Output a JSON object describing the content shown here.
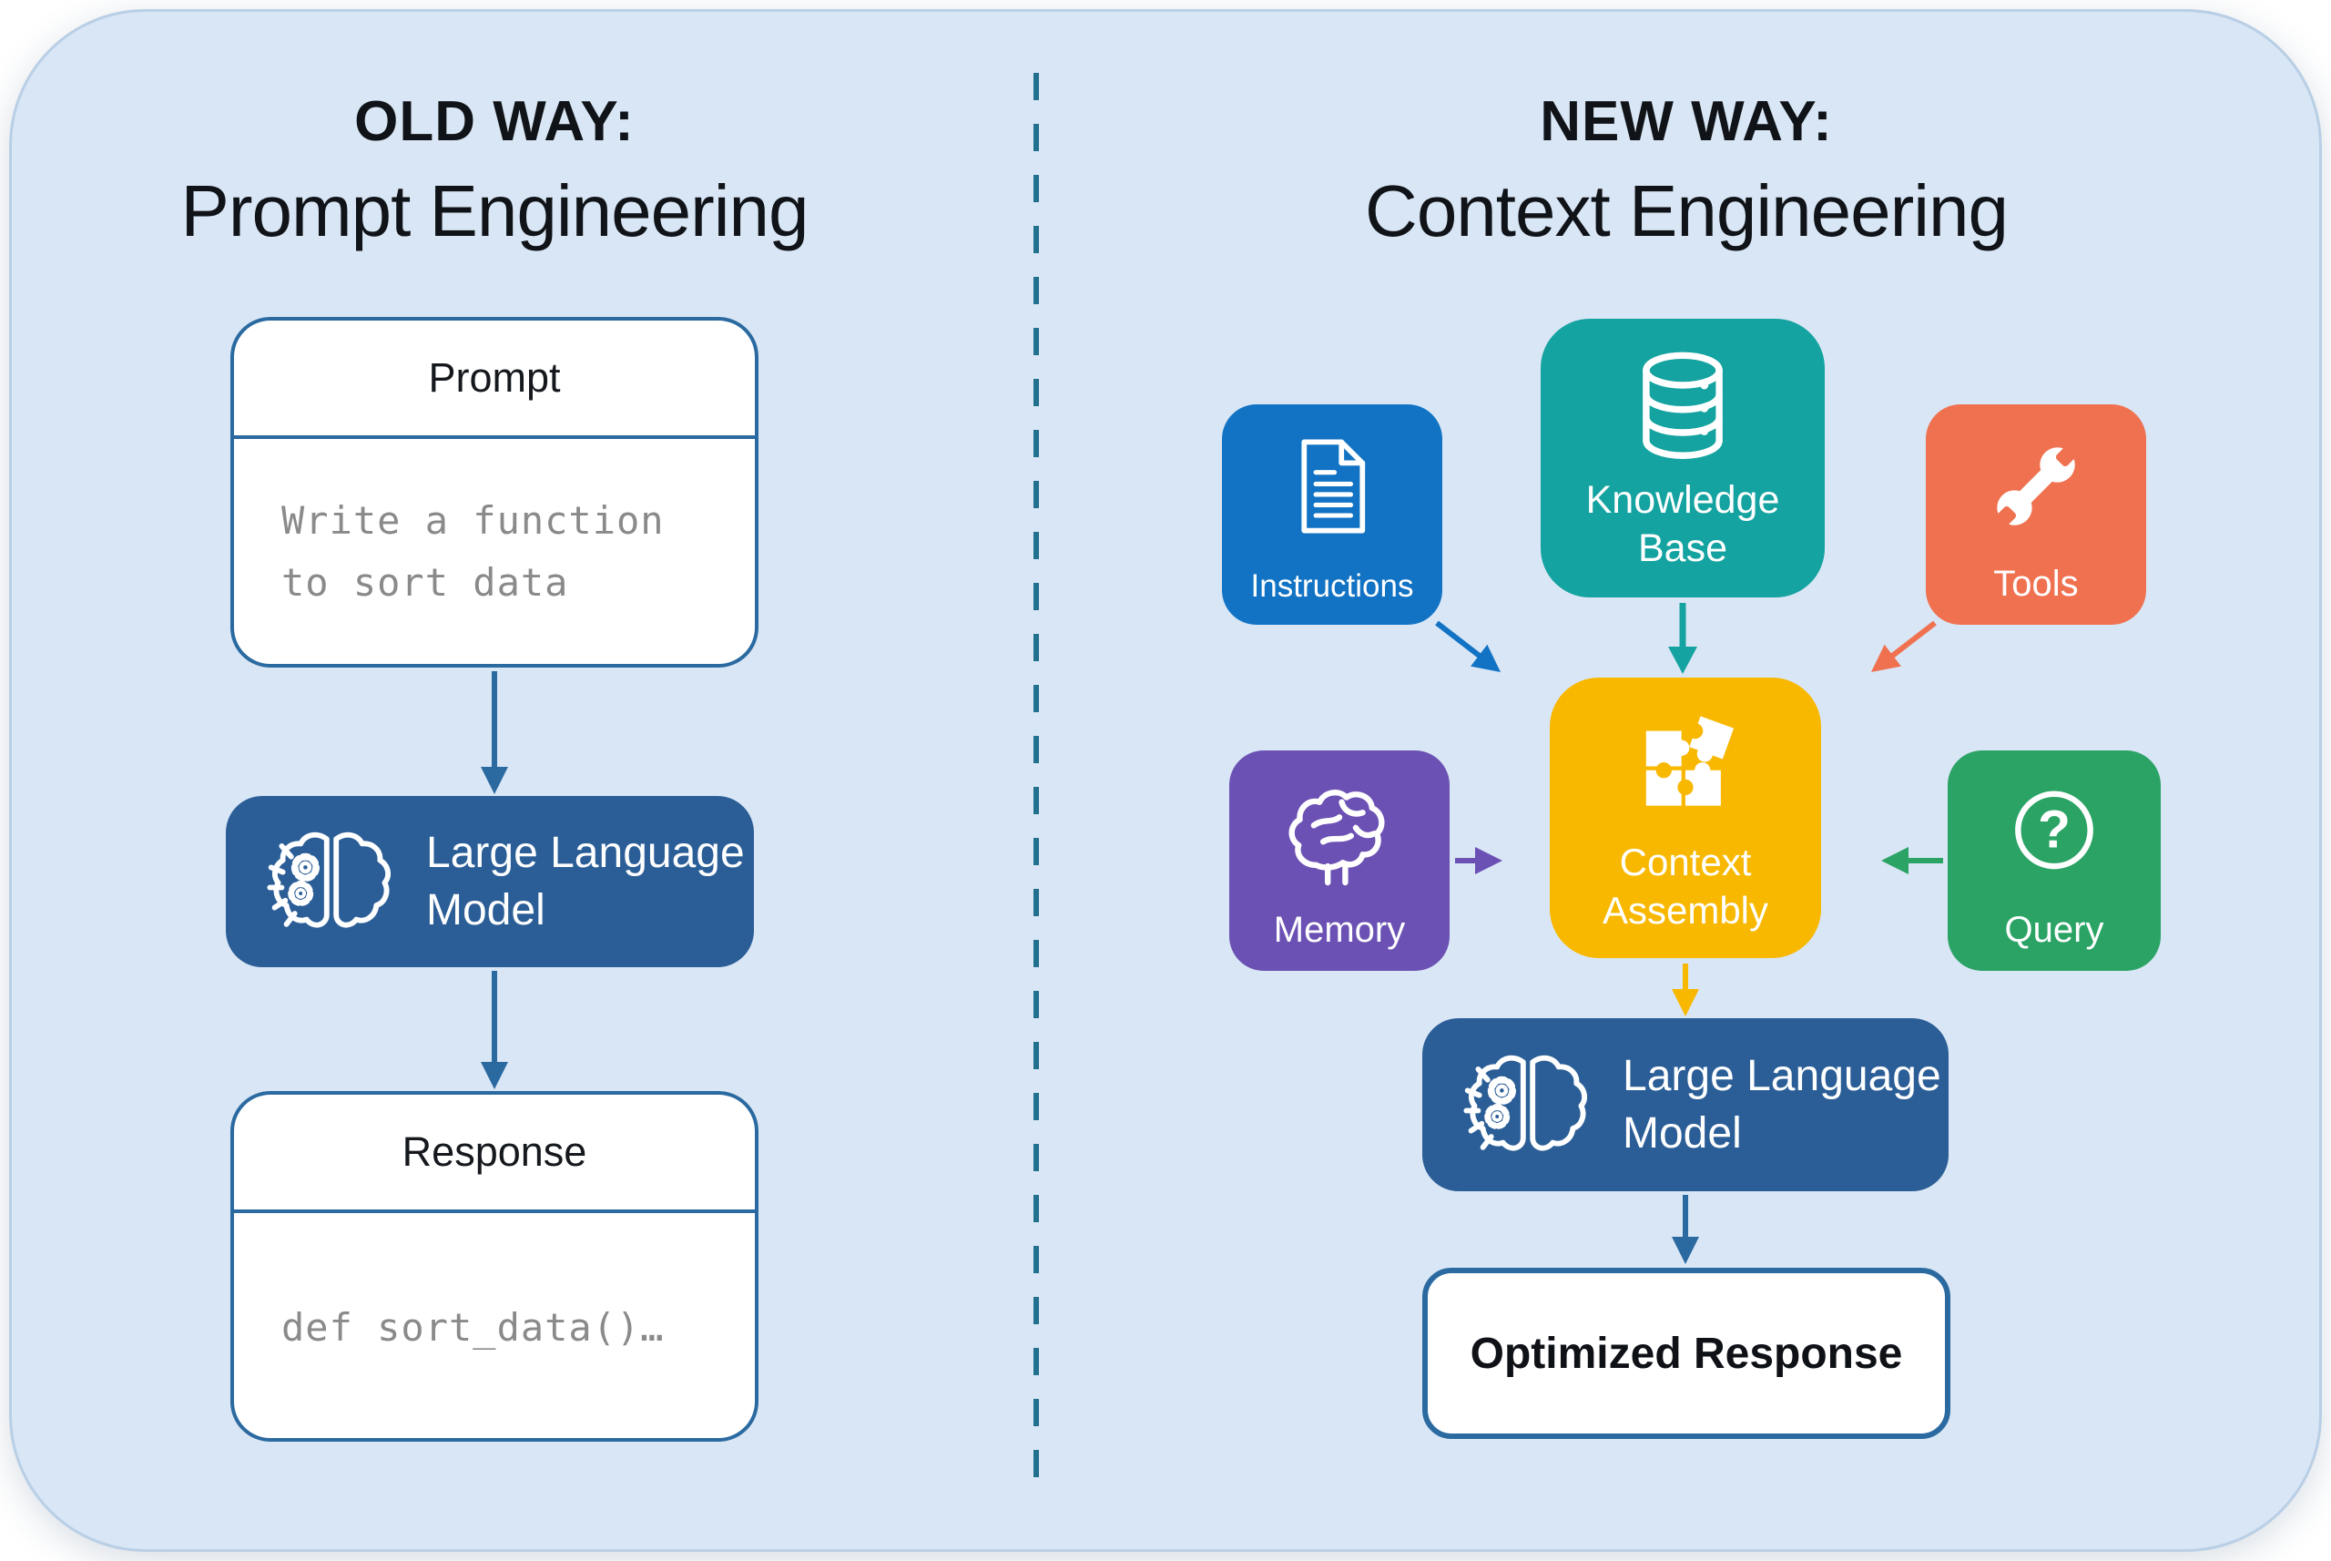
{
  "colors": {
    "page_bg": "#ffffff",
    "panel_bg": "#d9e6f5",
    "panel_border": "#b9cfe6",
    "divider": "#21708e",
    "outline_blue": "#2a6aa0",
    "llm_bg": "#2b5e97",
    "mono_gray": "#8a8a8a",
    "heading_text": "#101418"
  },
  "left": {
    "heading_label": "OLD WAY:",
    "heading_title": "Prompt Engineering",
    "prompt": {
      "title": "Prompt",
      "body_line1": "Write a function",
      "body_line2": "to sort data"
    },
    "llm": {
      "line1": "Large Language",
      "line2": "Model"
    },
    "response": {
      "title": "Response",
      "body": "def sort_data()…"
    }
  },
  "right": {
    "heading_label": "NEW WAY:",
    "heading_title": "Context Engineering",
    "nodes": {
      "instructions": {
        "label": "Instructions",
        "color": "#1273c4"
      },
      "knowledge_base": {
        "label_line1": "Knowledge",
        "label_line2": "Base",
        "color": "#14a3a0"
      },
      "tools": {
        "label": "Tools",
        "color": "#ef7150"
      },
      "memory": {
        "label": "Memory",
        "color": "#6b51b4"
      },
      "context_assembly": {
        "label_line1": "Context",
        "label_line2": "Assembly",
        "color": "#f8b800"
      },
      "query": {
        "label": "Query",
        "color": "#2aa365",
        "glyph": "?"
      },
      "llm": {
        "line1": "Large Language",
        "line2": "Model"
      },
      "optimized_response": {
        "label": "Optimized Response"
      }
    }
  },
  "icons": {
    "llm": "brain-gears-icon",
    "instructions": "document-icon",
    "knowledge_base": "database-icon",
    "tools": "wrench-icon",
    "memory": "brain-icon",
    "context_assembly": "puzzle-icon",
    "query": "question-circle-icon"
  }
}
